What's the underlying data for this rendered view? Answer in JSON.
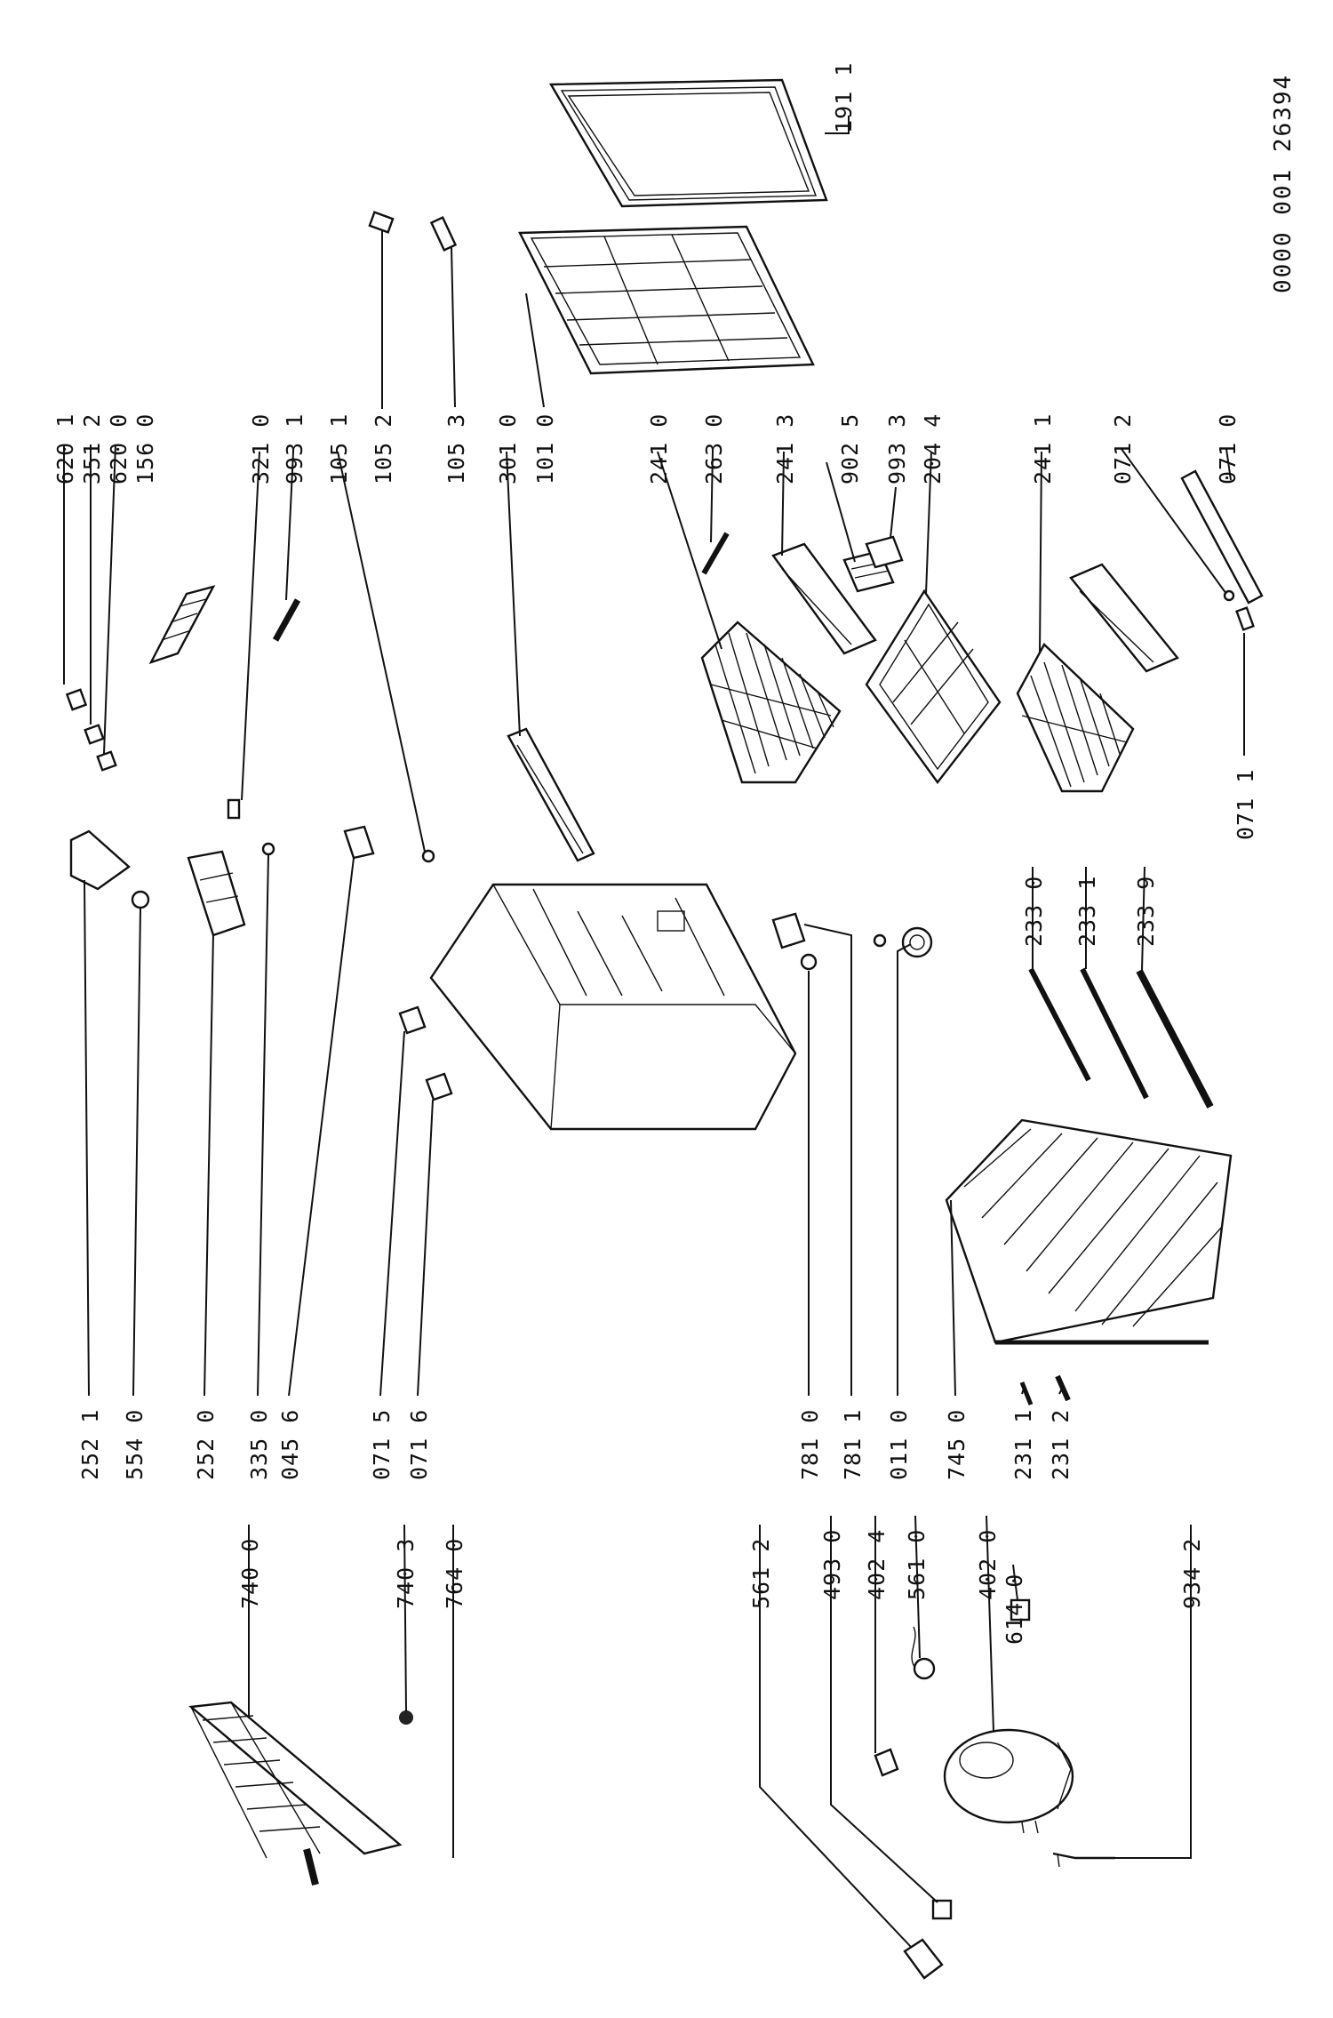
{
  "document_id": "0000 001 26394",
  "callouts": [
    {
      "code": "620 1"
    },
    {
      "code": "351 2"
    },
    {
      "code": "620 0"
    },
    {
      "code": "156 0"
    },
    {
      "code": "321 0"
    },
    {
      "code": "993 1"
    },
    {
      "code": "105 1"
    },
    {
      "code": "105 2"
    },
    {
      "code": "105 3"
    },
    {
      "code": "301 0"
    },
    {
      "code": "101 0"
    },
    {
      "code": "191 1"
    },
    {
      "code": "241 0"
    },
    {
      "code": "263 0"
    },
    {
      "code": "241 3"
    },
    {
      "code": "902 5"
    },
    {
      "code": "993 3"
    },
    {
      "code": "204 4"
    },
    {
      "code": "241 1"
    },
    {
      "code": "071 2"
    },
    {
      "code": "071 0"
    },
    {
      "code": "071 1"
    },
    {
      "code": "252 1"
    },
    {
      "code": "554 0"
    },
    {
      "code": "252 0"
    },
    {
      "code": "335 0"
    },
    {
      "code": "045 6"
    },
    {
      "code": "071 5"
    },
    {
      "code": "071 6"
    },
    {
      "code": "233 0"
    },
    {
      "code": "233 1"
    },
    {
      "code": "233 9"
    },
    {
      "code": "781 0"
    },
    {
      "code": "781 1"
    },
    {
      "code": "011 0"
    },
    {
      "code": "745 0"
    },
    {
      "code": "231 1"
    },
    {
      "code": "231 2"
    },
    {
      "code": "740 0"
    },
    {
      "code": "740 3"
    },
    {
      "code": "764 0"
    },
    {
      "code": "561 2"
    },
    {
      "code": "493 0"
    },
    {
      "code": "402 4"
    },
    {
      "code": "561 0"
    },
    {
      "code": "402 0"
    },
    {
      "code": "614 0"
    },
    {
      "code": "934 2"
    }
  ]
}
